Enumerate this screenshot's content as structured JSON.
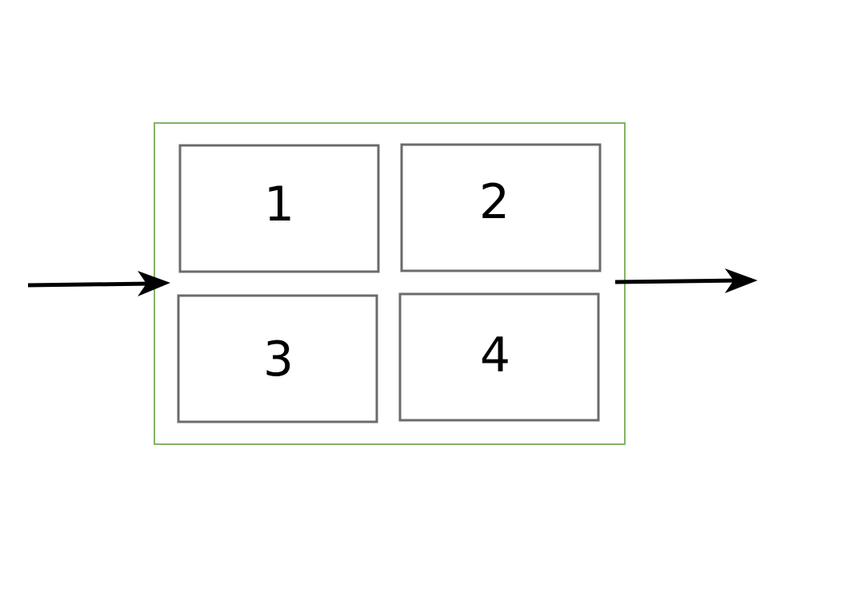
{
  "diagram": {
    "boxes": [
      {
        "label": "1"
      },
      {
        "label": "2"
      },
      {
        "label": "3"
      },
      {
        "label": "4"
      }
    ],
    "colors": {
      "container_border": "#82b366",
      "box_border": "#6b6b6b",
      "arrow": "#000000",
      "text": "#000000"
    }
  }
}
